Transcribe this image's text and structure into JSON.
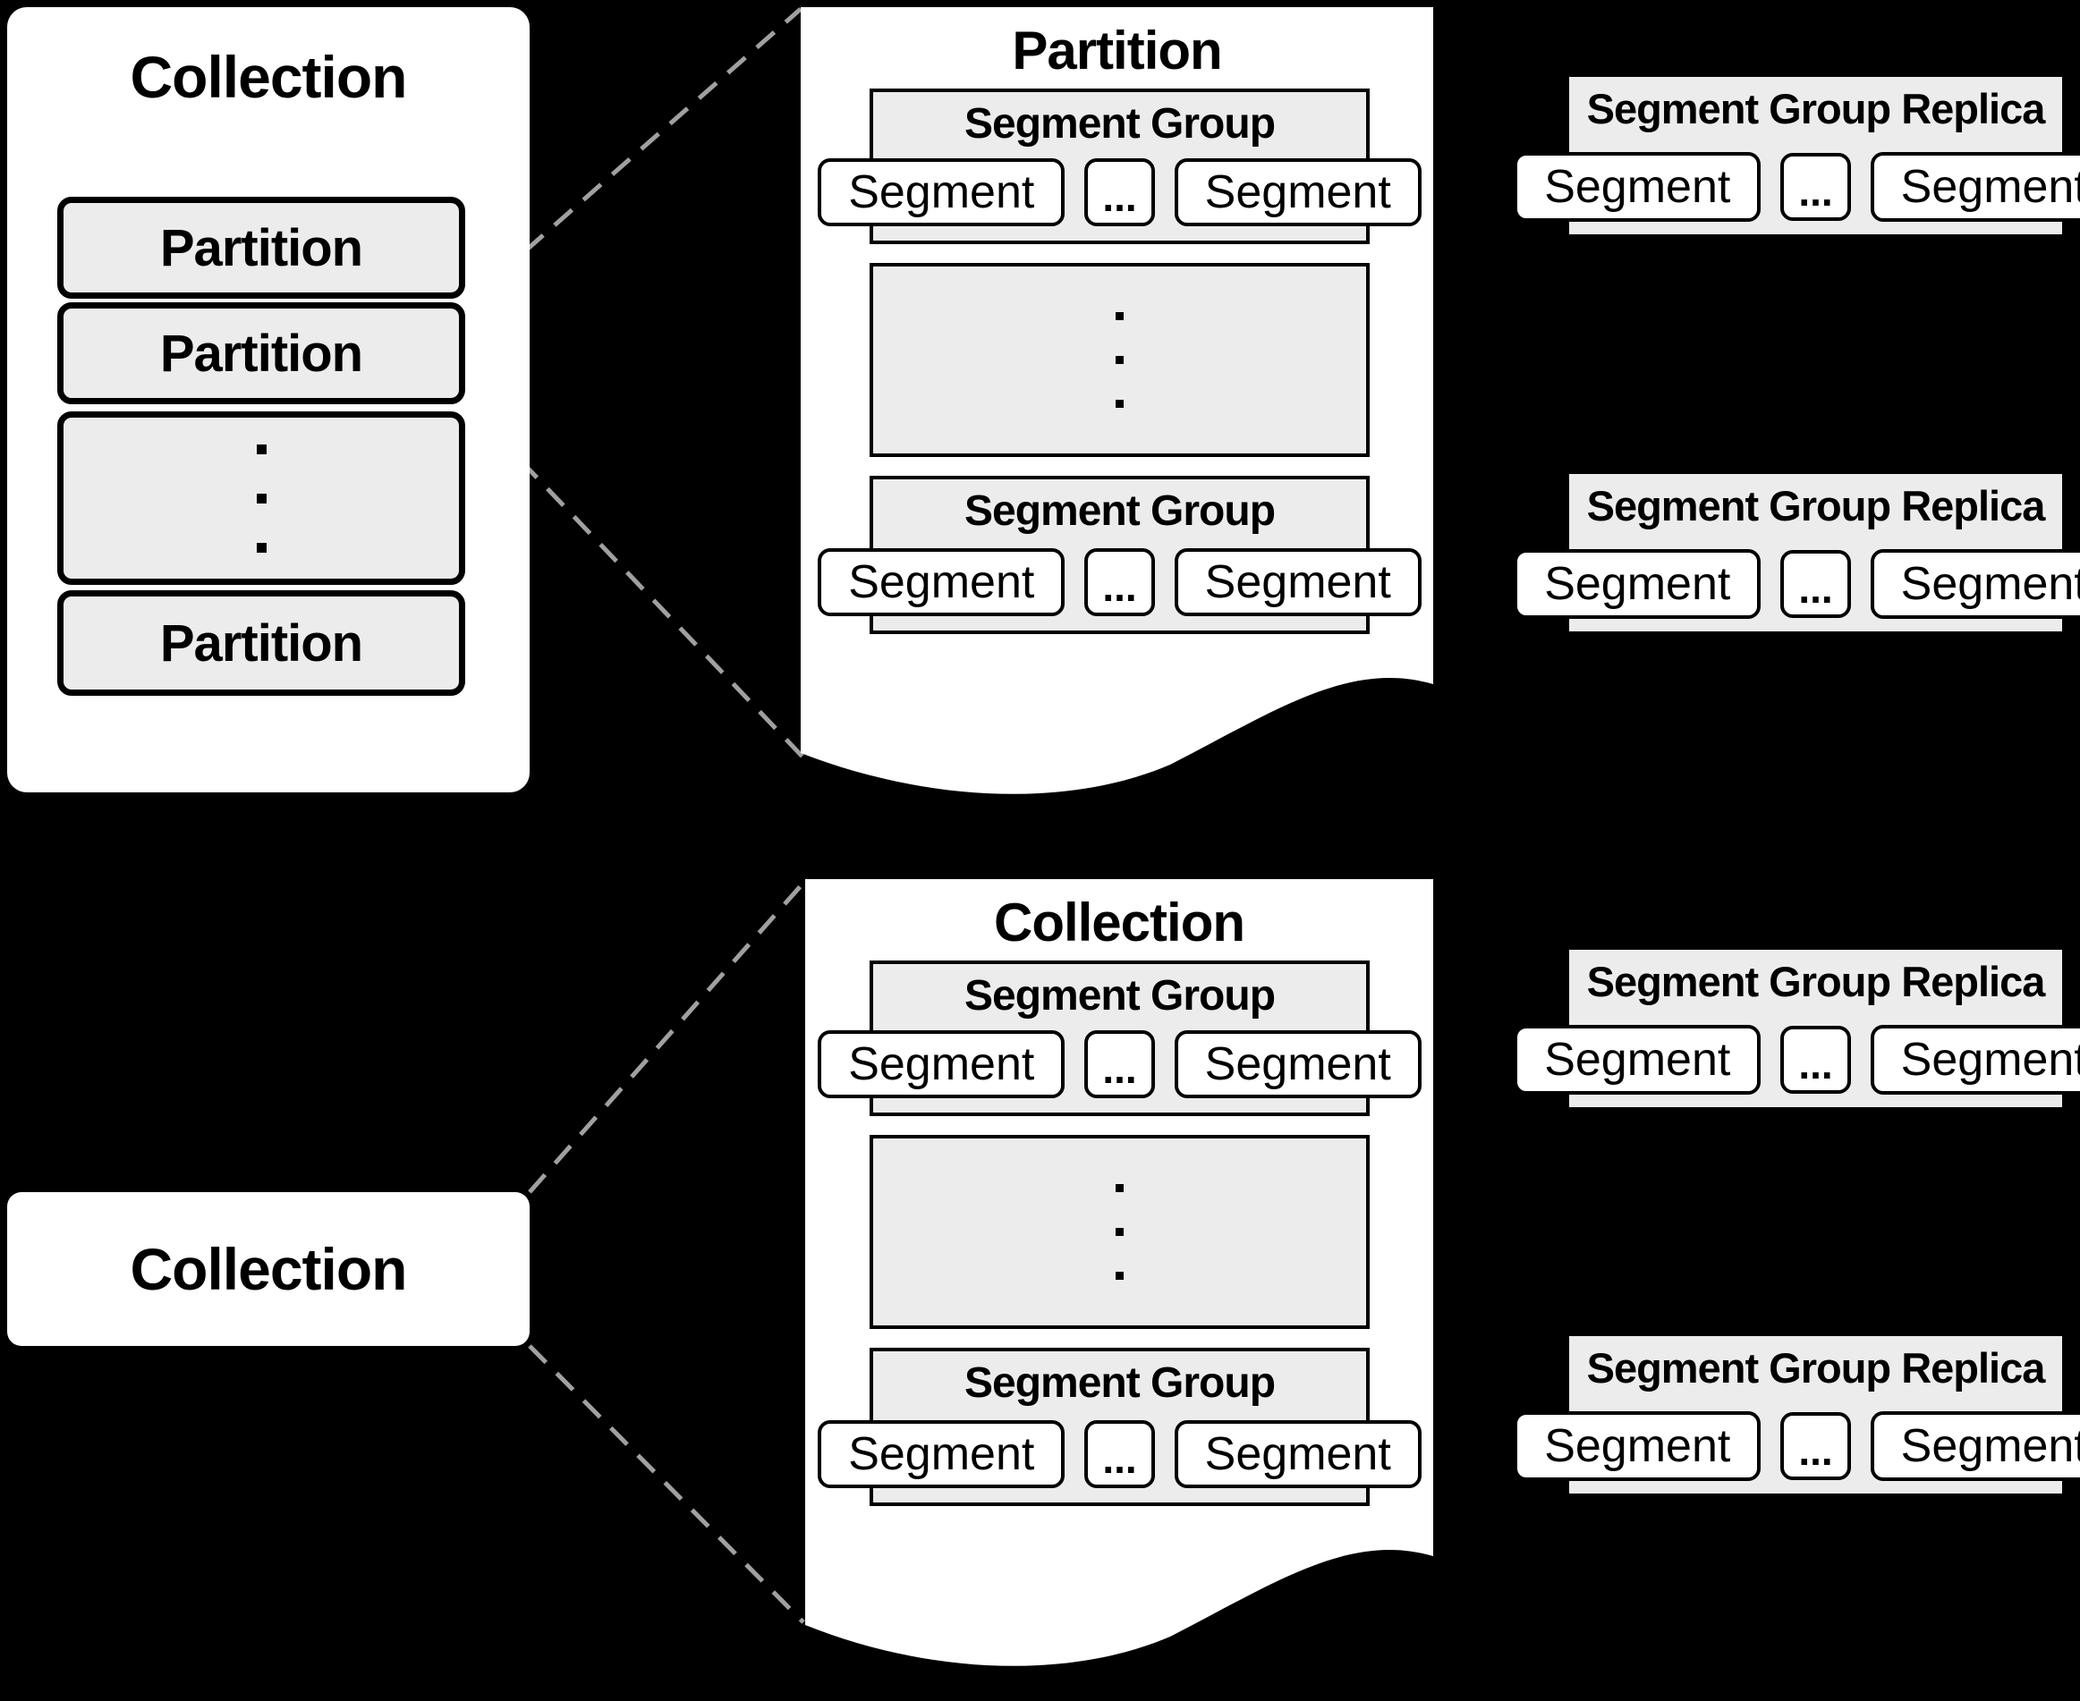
{
  "colors": {
    "background": "#000000",
    "page_fill": "#ffffff",
    "box_fill": "#ececec",
    "border": "#000000",
    "dashed_connector": "#a0a0a0"
  },
  "top_left_card": {
    "title": "Collection",
    "partition_rows": [
      "Partition",
      "Partition",
      "Partition"
    ]
  },
  "top_page": {
    "title": "Partition",
    "segment_groups": [
      {
        "title": "Segment Group",
        "segment_left": "Segment",
        "ellipsis": "...",
        "segment_right": "Segment"
      },
      {
        "title": "Segment Group",
        "segment_left": "Segment",
        "ellipsis": "...",
        "segment_right": "Segment"
      }
    ]
  },
  "bottom_left_card": {
    "title": "Collection"
  },
  "bottom_page": {
    "title": "Collection",
    "segment_groups": [
      {
        "title": "Segment Group",
        "segment_left": "Segment",
        "ellipsis": "...",
        "segment_right": "Segment"
      },
      {
        "title": "Segment Group",
        "segment_left": "Segment",
        "ellipsis": "...",
        "segment_right": "Segment"
      }
    ]
  },
  "replicas": [
    {
      "title": "Segment Group Replica",
      "segment_left": "Segment",
      "ellipsis": "...",
      "segment_right": "Segment"
    },
    {
      "title": "Segment Group Replica",
      "segment_left": "Segment",
      "ellipsis": "...",
      "segment_right": "Segment"
    },
    {
      "title": "Segment Group Replica",
      "segment_left": "Segment",
      "ellipsis": "...",
      "segment_right": "Segment"
    },
    {
      "title": "Segment Group Replica",
      "segment_left": "Segment",
      "ellipsis": "...",
      "segment_right": "Segment"
    }
  ]
}
